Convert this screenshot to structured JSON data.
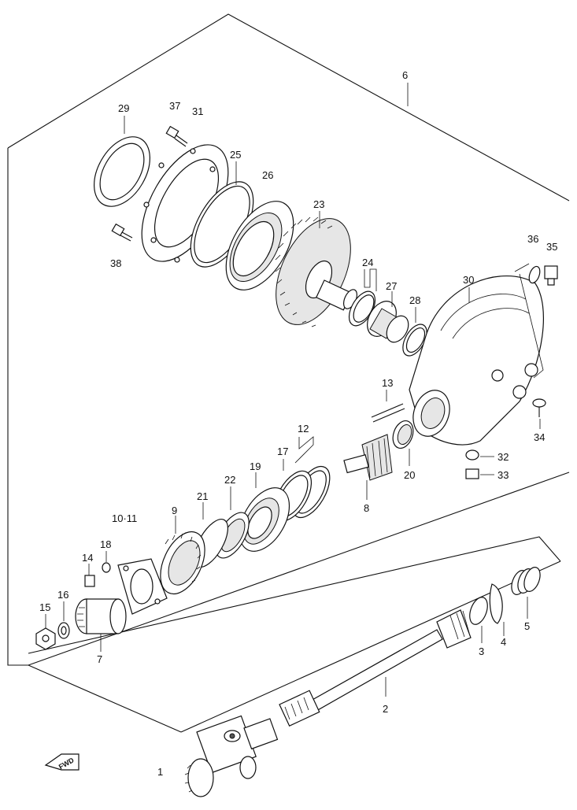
{
  "diagram": {
    "labels": {
      "p1": "1",
      "p2": "2",
      "p3": "3",
      "p4": "4",
      "p5": "5",
      "p6": "6",
      "p7": "7",
      "p8": "8",
      "p9": "9",
      "p10_11": "10·11",
      "p12": "12",
      "p13": "13",
      "p14": "14",
      "p15": "15",
      "p16": "16",
      "p17": "17",
      "p18": "18",
      "p19": "19",
      "p20": "20",
      "p21": "21",
      "p22": "22",
      "p23": "23",
      "p24": "24",
      "p25": "25",
      "p26": "26",
      "p27": "27",
      "p28": "28",
      "p29": "29",
      "p30": "30",
      "p31": "31",
      "p32": "32",
      "p33": "33",
      "p34": "34",
      "p35": "35",
      "p36": "36",
      "p37": "37",
      "p38": "38"
    },
    "fwd_badge": "FWD"
  }
}
